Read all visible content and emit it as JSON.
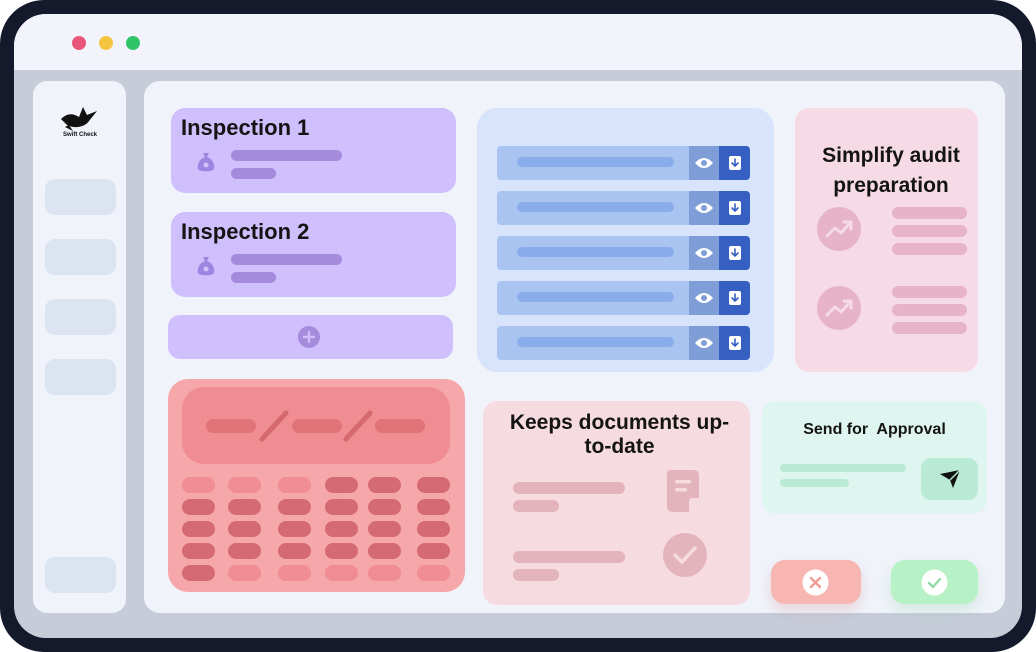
{
  "window": {
    "controls": [
      "close",
      "minimize",
      "maximize"
    ],
    "control_colors": [
      "#e8567a",
      "#f5c542",
      "#2fc46a"
    ]
  },
  "sidebar": {
    "logo_text": "Swift Check",
    "logo_icon": "bird-icon",
    "items": 5
  },
  "inspections": [
    {
      "title": "Inspection 1",
      "icon": "money-bag-icon"
    },
    {
      "title": "Inspection 2",
      "icon": "money-bag-icon"
    }
  ],
  "add_inspection": {
    "icon": "plus-icon"
  },
  "documents": {
    "rows": 5,
    "row_icons": [
      "eye-icon",
      "download-icon"
    ]
  },
  "audit": {
    "title": "Simplify audit preparation",
    "icon": "trend-up-icon"
  },
  "date_picker": {
    "header_icon": "date-slash",
    "grid_rows": 5,
    "grid_cols": 6
  },
  "documents_card": {
    "title": "Keeps documents up-to-date",
    "icons": [
      "document-icon",
      "check-circle-icon"
    ]
  },
  "approval": {
    "title": "Send for  Approval",
    "send_icon": "send-icon"
  },
  "actions": {
    "reject_icon": "x-icon",
    "approve_icon": "check-icon"
  },
  "colors": {
    "purple": "#cfbffc",
    "blue_panel": "#d7e4fb",
    "pink_panel": "#f6dbe6",
    "red_panel": "#f6a7a9",
    "green_panel": "#dff5ef",
    "reject": "#f7b6b1",
    "approve": "#b6f2c5"
  }
}
